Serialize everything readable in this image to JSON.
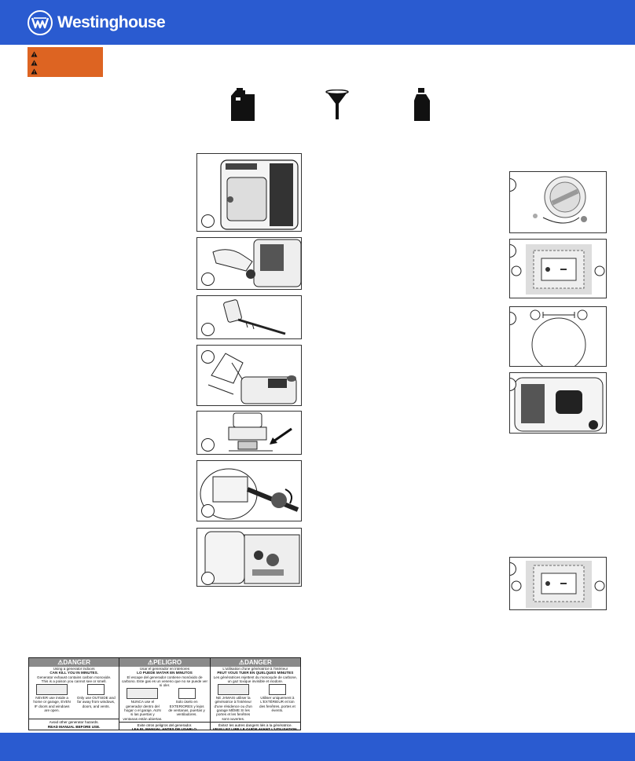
{
  "header": {
    "brand": "Westinghouse",
    "brand_color": "#2a5bd0",
    "logo_icon": "westinghouse-w-logo-icon"
  },
  "warning_box": {
    "color": "#dd6422",
    "icons": [
      "warning-triangle-icon",
      "warning-triangle-icon",
      "warning-triangle-icon"
    ]
  },
  "tools": [
    "oil-jug-icon",
    "funnel-icon",
    "oil-bottle-icon"
  ],
  "left_steps": [
    {
      "image": "generator-side-panel"
    },
    {
      "image": "hand-opening-panel"
    },
    {
      "image": "dipstick"
    },
    {
      "image": "pouring-oil"
    },
    {
      "image": "oil-cap"
    },
    {
      "image": "hose-coupling"
    },
    {
      "image": "control-panel"
    }
  ],
  "right_steps": [
    {
      "image": "fuel-cap-dial"
    },
    {
      "image": "control-panel-closeup"
    },
    {
      "image": "gauge-window"
    },
    {
      "image": "generator-front"
    },
    {
      "image": "control-panel-closeup"
    }
  ],
  "danger_label": {
    "en": {
      "head": "⚠DANGER",
      "line1": "Using a generator indoors",
      "line2": "CAN KILL YOU IN MINUTES.",
      "line3": "Generator exhaust contains carbon monoxide.",
      "line4": "This is a poison you cannot see or smell.",
      "never": "NEVER use inside a home or garage, EVEN IF doors and windows are open.",
      "only": "Only use OUTSIDE and far away from windows, doors, and vents.",
      "foot1": "Avoid other generator hazards.",
      "foot2": "READ MANUAL BEFORE USE."
    },
    "es": {
      "head": "⚠PELIGRO",
      "line1": "Usar el generador en interiores",
      "line2": "LO PUEDE MATAR EN MINUTOS",
      "line3": "El escape del generador contiene monóxido de carbono. Este gas es un veneno que no se puede ver ni oler.",
      "never": "NUNCA use el generador dentro del hogar o el garaje, AUN si las puertas y ventanas están abiertas.",
      "only": "Solo úselo en EXTERIORES y lejos de ventanas, puertas y ventiladores.",
      "foot1": "Evite otros peligros del generador.",
      "foot2": "LEA EL MANUAL ANTES DE USARLO."
    },
    "fr": {
      "head": "⚠DANGER",
      "line1": "L'utilisation d'une génératrice à l'intérieur",
      "line2": "PEUT VOUS TUER EN QUELQUES MINUTES",
      "line3": "Les génératrices rejettent du monoxyde de carbone, un gaz toxique invisible et inodore.",
      "never": "NE JAMAIS utiliser la génératrice à l'intérieur d'une résidence ou d'un garage MÊME SI les portes et les fenêtres sont ouvertes.",
      "only": "Utiliser uniquement à L'EXTÉRIEUR et loin des fenêtres, portes et évents.",
      "foot1": "Évitez les autres dangers liés à la génératrice.",
      "foot2": "VEUILLEZ LIRE LE GUIDE AVANT L'UTILISATION."
    }
  }
}
